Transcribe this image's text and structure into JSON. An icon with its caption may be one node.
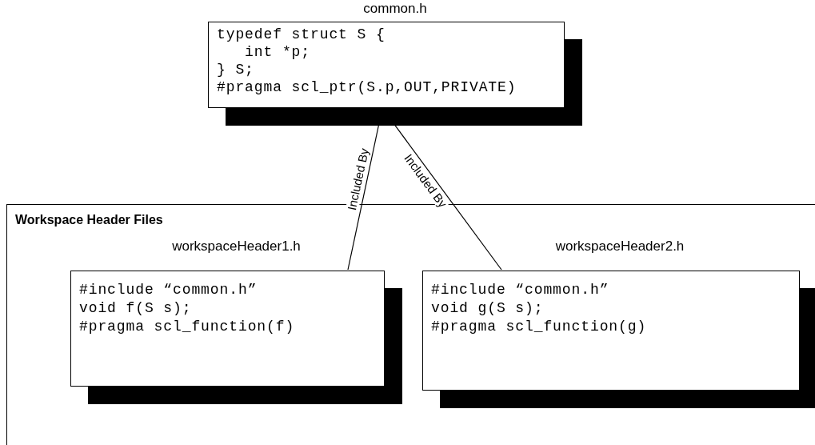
{
  "diagram": {
    "nodes": [
      {
        "text": [
          "common.h",
          "typedef struct S {",
          "   int *p;",
          "} S;",
          "#pragma scl_ptr(S.p,OUT,PRIVATE)"
        ]
      },
      {
        "text": [
          "Workspace Header Files"
        ]
      },
      {
        "text": [
          "workspaceHeader1.h",
          "#include “common.h”",
          "void f(S s);",
          "#pragma scl_function(f)"
        ],
        "in": 1
      },
      {
        "text": [
          "workspaceHeader2.h",
          "#include “common.h”",
          "void g(S s);",
          "#pragma scl_function(g)"
        ],
        "in": 1
      }
    ],
    "edges": [
      {
        "from": 0,
        "to": 2,
        "arrow": "none",
        "label": "Included By"
      },
      {
        "from": 0,
        "to": 3,
        "arrow": "none",
        "label": "Included By"
      }
    ]
  }
}
